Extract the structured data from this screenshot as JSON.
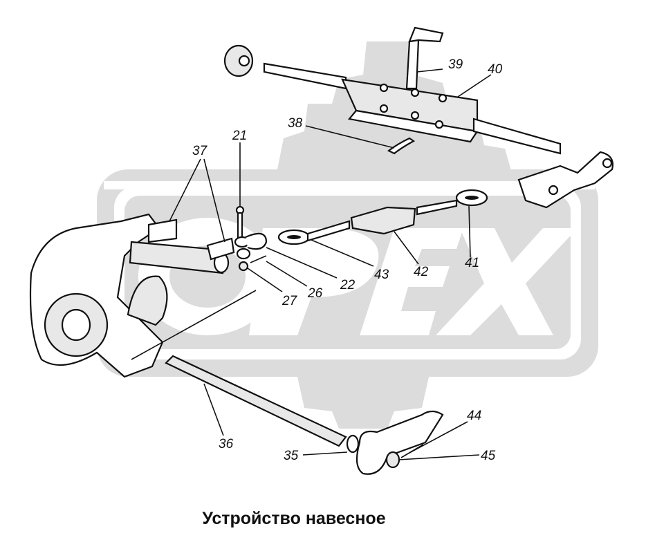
{
  "title": "Устройство навесное",
  "watermark": "OPEX",
  "callouts": {
    "c21": "21",
    "c22": "22",
    "c26": "26",
    "c27": "27",
    "c35": "35",
    "c36": "36",
    "c37": "37",
    "c38": "38",
    "c39": "39",
    "c40": "40",
    "c41": "41",
    "c42": "42",
    "c43": "43",
    "c44": "44",
    "c45": "45"
  }
}
